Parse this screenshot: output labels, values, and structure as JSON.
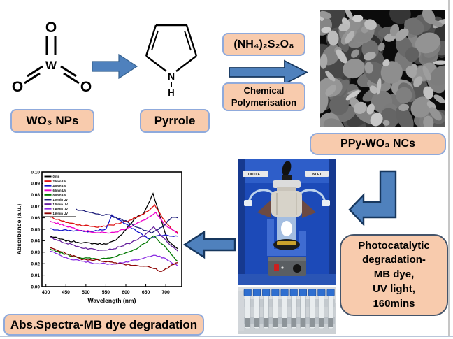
{
  "page": {
    "accent_arrow_fill": "#4f81bd",
    "accent_arrow_stroke": "#17375e",
    "box_fill": "#f8cbad",
    "box_border": "#8faadc"
  },
  "molecules": {
    "wo3": {
      "w": "W",
      "o": "O"
    },
    "pyrrole": {
      "n": "N",
      "h": "H"
    }
  },
  "flow": {
    "wo3_label": "WO₃ NPs",
    "pyrrole_label": "Pyrrole",
    "oxidant_label": "(NH₄)₂S₂O₈",
    "process_label": "Chemical Polymerisation",
    "product_label": "PPy-WO₃ NCs",
    "photocatalysis_lines": [
      "Photocatalytic",
      "degradation-",
      "MB dye,",
      "UV light,",
      "160mins"
    ],
    "spectra_label": "Abs.Spectra-MB dye degradation"
  },
  "reactor": {
    "outlet_label": "OUTLET",
    "inlet_label": "INLET"
  },
  "chart_data": {
    "type": "line",
    "title": "",
    "xlabel": "Wavelength (nm)",
    "ylabel": "Absorbance (a.u.)",
    "xlim": [
      390,
      740
    ],
    "ylim": [
      0.0,
      0.1
    ],
    "xticks": [
      400,
      450,
      500,
      550,
      600,
      650,
      700
    ],
    "yticks": [
      0.0,
      0.01,
      0.02,
      0.03,
      0.04,
      0.05,
      0.06,
      0.07,
      0.08,
      0.09,
      0.1
    ],
    "grid": false,
    "legend_position": "top-left",
    "series": [
      {
        "name": "0min",
        "color": "#000000",
        "x": [
          410,
          450,
          500,
          545,
          575,
          600,
          625,
          645,
          668,
          685,
          705,
          730
        ],
        "y": [
          0.044,
          0.04,
          0.038,
          0.037,
          0.04,
          0.05,
          0.06,
          0.064,
          0.081,
          0.062,
          0.04,
          0.033
        ]
      },
      {
        "name": "20min UV",
        "color": "#dd1111",
        "x": [
          410,
          440,
          480,
          530,
          570,
          610,
          645,
          672,
          695,
          715,
          730
        ],
        "y": [
          0.061,
          0.057,
          0.054,
          0.052,
          0.054,
          0.058,
          0.063,
          0.071,
          0.058,
          0.05,
          0.047
        ]
      },
      {
        "name": "40min UV",
        "color": "#1414cc",
        "x": [
          410,
          460,
          510,
          550,
          565,
          580,
          620,
          655,
          690,
          730
        ],
        "y": [
          0.05,
          0.049,
          0.048,
          0.05,
          0.062,
          0.059,
          0.05,
          0.042,
          0.045,
          0.044
        ]
      },
      {
        "name": "60min UV",
        "color": "#ee00cc",
        "x": [
          410,
          450,
          490,
          530,
          570,
          610,
          640,
          675,
          700,
          730
        ],
        "y": [
          0.057,
          0.053,
          0.049,
          0.047,
          0.047,
          0.052,
          0.057,
          0.064,
          0.053,
          0.046
        ]
      },
      {
        "name": "80min UV",
        "color": "#007800",
        "x": [
          410,
          450,
          490,
          530,
          570,
          610,
          640,
          670,
          695,
          730
        ],
        "y": [
          0.033,
          0.028,
          0.025,
          0.024,
          0.026,
          0.03,
          0.036,
          0.044,
          0.036,
          0.022
        ]
      },
      {
        "name": "100min UV",
        "color": "#1a1a78",
        "x": [
          410,
          450,
          490,
          530,
          560,
          600,
          640,
          665,
          690,
          715,
          730
        ],
        "y": [
          0.074,
          0.069,
          0.066,
          0.063,
          0.062,
          0.057,
          0.05,
          0.047,
          0.052,
          0.06,
          0.06
        ]
      },
      {
        "name": "120min UV",
        "color": "#66209c",
        "x": [
          410,
          450,
          490,
          530,
          570,
          610,
          645,
          670,
          700,
          730
        ],
        "y": [
          0.043,
          0.038,
          0.034,
          0.032,
          0.033,
          0.038,
          0.044,
          0.052,
          0.04,
          0.031
        ]
      },
      {
        "name": "140min UV",
        "color": "#8a2be2",
        "x": [
          410,
          450,
          490,
          530,
          570,
          610,
          640,
          670,
          700,
          730
        ],
        "y": [
          0.031,
          0.025,
          0.022,
          0.02,
          0.02,
          0.022,
          0.024,
          0.028,
          0.024,
          0.018
        ]
      },
      {
        "name": "160min UV",
        "color": "#8b0000",
        "x": [
          410,
          450,
          490,
          530,
          570,
          610,
          645,
          670,
          690,
          710,
          730
        ],
        "y": [
          0.034,
          0.029,
          0.024,
          0.023,
          0.021,
          0.019,
          0.018,
          0.016,
          0.013,
          0.018,
          0.021
        ]
      }
    ]
  }
}
